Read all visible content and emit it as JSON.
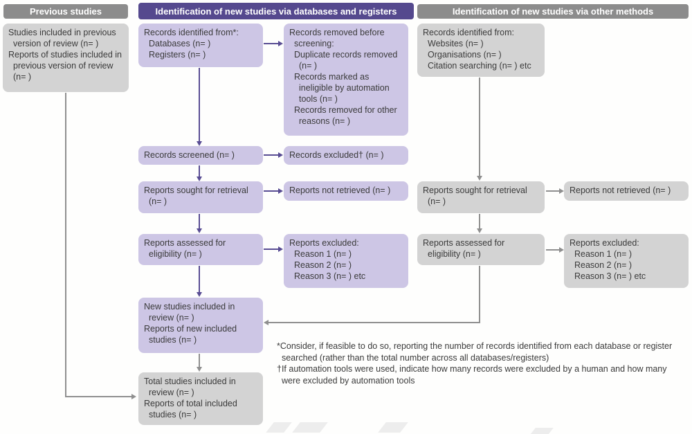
{
  "title": "PRISMA 2020 flow diagram for updated systematic reviews",
  "colors": {
    "header_purple": "#55498e",
    "box_purple": "#cdc6e5",
    "header_gray": "#8c8c8c",
    "box_gray": "#d3d3d3",
    "arrow_purple": "#584c93",
    "arrow_gray": "#8f8f8f",
    "text": "#3a3a3a"
  },
  "headers": {
    "previous": "Previous studies",
    "databases": "Identification of new studies via databases and registers",
    "other": "Identification of new studies via other methods"
  },
  "boxes": {
    "previous_studies": {
      "lines": [
        "Studies included in previous version of review (n= )",
        "Reports of studies included in previous version of review (n= )"
      ]
    },
    "records_identified_db": {
      "lines": [
        "Records identified from*:",
        "Databases (n= )",
        "Registers (n= )"
      ]
    },
    "records_removed": {
      "lines": [
        "Records removed before screening:",
        "Duplicate records removed (n= )",
        "Records marked as ineligible by automation tools (n= )",
        "Records removed for other reasons (n= )"
      ]
    },
    "records_identified_other": {
      "lines": [
        "Records identified from:",
        "Websites (n= )",
        "Organisations (n= )",
        "Citation searching (n= ) etc"
      ]
    },
    "records_screened": {
      "lines": [
        "Records screened (n= )"
      ]
    },
    "records_excluded": {
      "lines": [
        "Records excluded† (n= )"
      ]
    },
    "reports_sought_db": {
      "lines": [
        "Reports sought for retrieval (n= )"
      ]
    },
    "reports_not_retrieved_db": {
      "lines": [
        "Reports not retrieved (n= )"
      ]
    },
    "reports_sought_other": {
      "lines": [
        "Reports sought for retrieval (n= )"
      ]
    },
    "reports_not_retrieved_other": {
      "lines": [
        "Reports not retrieved (n= )"
      ]
    },
    "reports_assessed_db": {
      "lines": [
        "Reports assessed for eligibility (n= )"
      ]
    },
    "reports_excluded_db": {
      "lines": [
        "Reports excluded:",
        "Reason 1 (n= )",
        "Reason 2 (n= )",
        "Reason 3 (n= ) etc"
      ]
    },
    "reports_assessed_other": {
      "lines": [
        "Reports assessed for eligibility (n= )"
      ]
    },
    "reports_excluded_other": {
      "lines": [
        "Reports excluded:",
        "Reason 1 (n= )",
        "Reason 2 (n= )",
        "Reason 3 (n= ) etc"
      ]
    },
    "new_studies": {
      "lines": [
        "New studies included in review (n= )",
        "Reports of new included studies (n= )"
      ]
    },
    "total_studies": {
      "lines": [
        "Total studies included in review (n= )",
        "Reports of total included studies (n= )"
      ]
    }
  },
  "footnotes": {
    "asterisk": "*Consider, if feasible to do so, reporting the number of records identified from each database or register searched (rather than the total number across all databases/registers)",
    "dagger": "†If automation tools were used, indicate how many records were excluded by a human and how many were excluded by automation tools"
  }
}
